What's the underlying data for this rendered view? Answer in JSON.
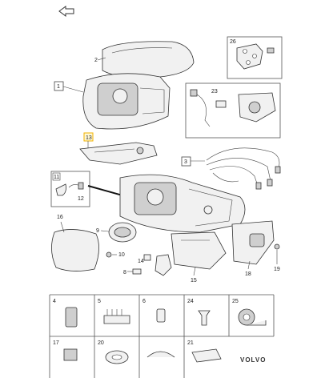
{
  "nav": {
    "back_icon": "back-arrow-icon"
  },
  "brand": "VOLVO",
  "callouts": {
    "c1": "1",
    "c2": "2",
    "c3": "3",
    "c8": "8",
    "c9": "9",
    "c10": "10",
    "c11": "11",
    "c12": "12",
    "c13": "13",
    "c14": "14",
    "c15": "15",
    "c16": "16",
    "c18": "18",
    "c19": "19",
    "c23": "23",
    "c26": "26"
  },
  "grid": {
    "r1": [
      "4",
      "5",
      "6",
      "24",
      "25"
    ],
    "r2": [
      "17",
      "20",
      "",
      "21"
    ]
  },
  "colors": {
    "highlight": "#f2b200",
    "line": "#333333"
  }
}
